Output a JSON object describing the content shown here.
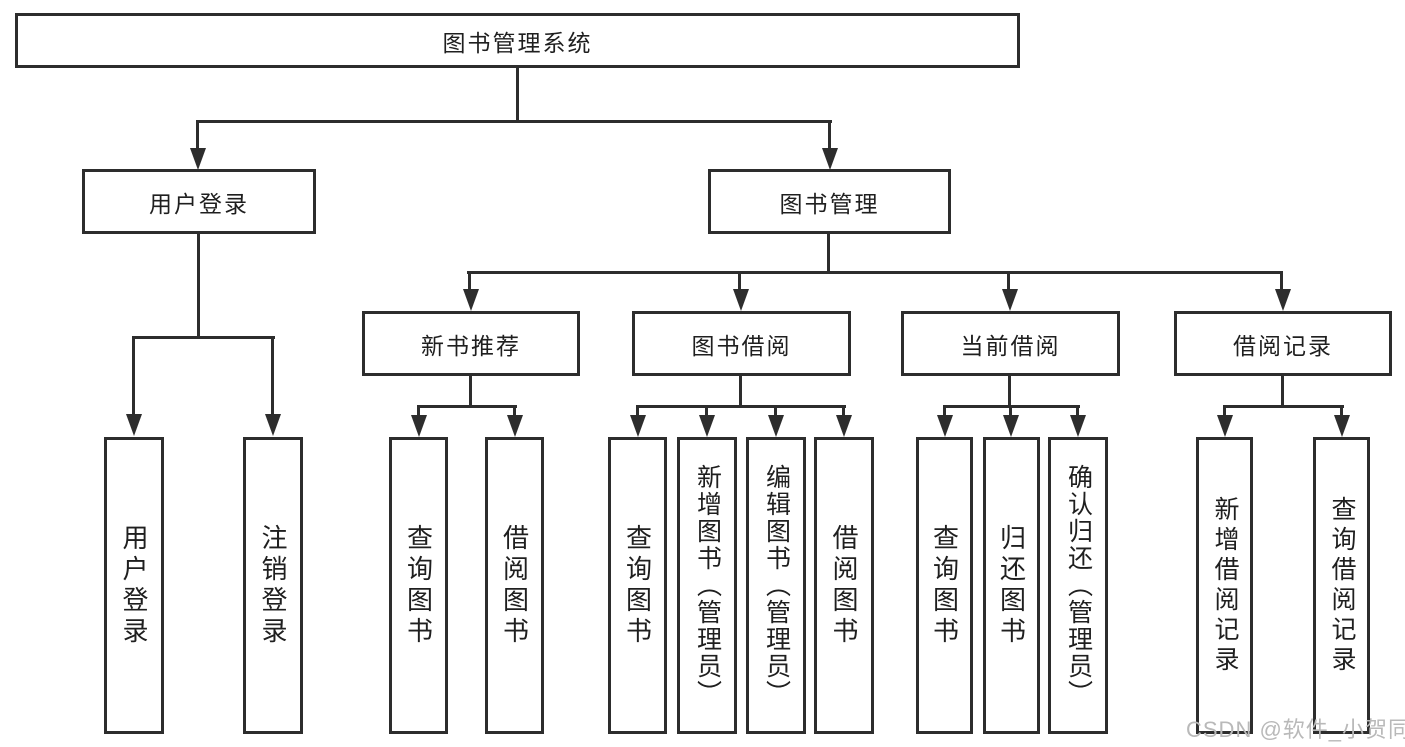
{
  "nodes": {
    "root": "图书管理系统",
    "login": "用户登录",
    "manage": "图书管理",
    "login_user": "用户登录",
    "login_logout": "注销登录",
    "new_books": "新书推荐",
    "book_borrow": "图书借阅",
    "current_borrow": "当前借阅",
    "borrow_records": "借阅记录",
    "nb_query": "查询图书",
    "nb_borrow": "借阅图书",
    "bb_query": "查询图书",
    "bb_add": "新增图书（管理员）",
    "bb_edit": "编辑图书（管理员）",
    "bb_borrow": "借阅图书",
    "cb_query": "查询图书",
    "cb_return": "归还图书",
    "cb_confirm": "确认归还（管理员）",
    "br_add": "新增借阅记录",
    "br_query": "查询借阅记录"
  },
  "watermark": "CSDN @软件_小贺同学",
  "colors": {
    "line": "#2d2d2d",
    "text": "#1f1f1f",
    "watermark": "#b9b9b9",
    "background": "#ffffff"
  }
}
